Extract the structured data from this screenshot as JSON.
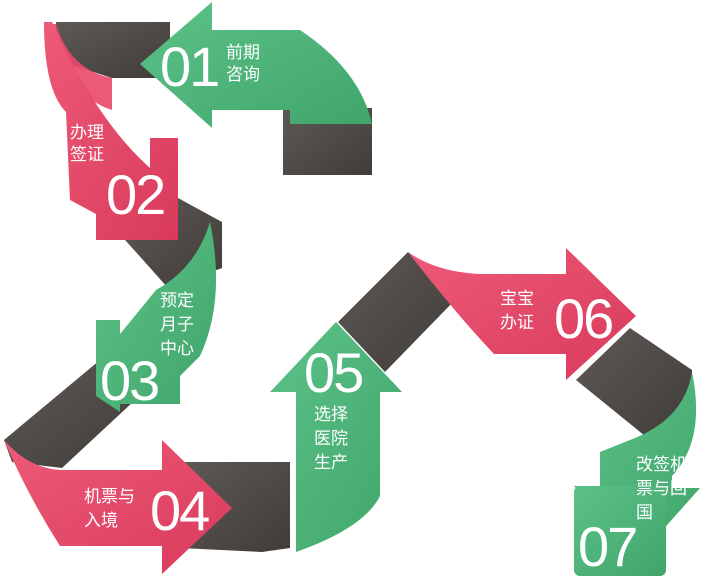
{
  "colors": {
    "green": "#4fb87a",
    "green_dark": "#3a9a62",
    "red": "#e9496a",
    "red_dark": "#c8304f",
    "ribbon": "#514c48",
    "ribbon_dark": "#3c3835"
  },
  "steps": [
    {
      "number": "01",
      "label": [
        "前期",
        "咨询"
      ],
      "color": "green"
    },
    {
      "number": "02",
      "label": [
        "办理",
        "签证"
      ],
      "color": "red"
    },
    {
      "number": "03",
      "label": [
        "预定",
        "月子",
        "中心"
      ],
      "color": "green"
    },
    {
      "number": "04",
      "label": [
        "机票与",
        "入境"
      ],
      "color": "red"
    },
    {
      "number": "05",
      "label": [
        "选择",
        "医院",
        "生产"
      ],
      "color": "green"
    },
    {
      "number": "06",
      "label": [
        "宝宝",
        "办证"
      ],
      "color": "red"
    },
    {
      "number": "07",
      "label": [
        "改签机",
        "票与回",
        "国"
      ],
      "color": "green"
    }
  ]
}
